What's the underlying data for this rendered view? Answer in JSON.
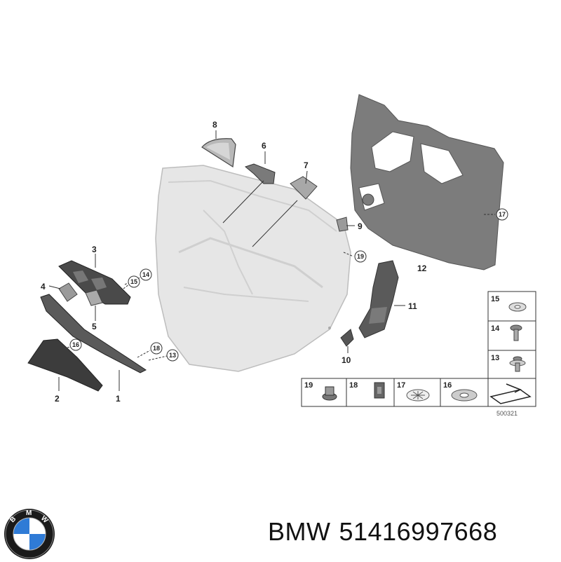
{
  "brand": "BMW",
  "part_number": "51416997668",
  "diagram_number": "500321",
  "logo_letters": [
    "B",
    "M",
    "W"
  ],
  "callouts": [
    {
      "id": "8",
      "text": "8"
    },
    {
      "id": "6",
      "text": "6"
    },
    {
      "id": "7",
      "text": "7"
    },
    {
      "id": "9",
      "text": "9"
    },
    {
      "id": "3",
      "text": "3"
    },
    {
      "id": "4",
      "text": "4"
    },
    {
      "id": "5",
      "text": "5"
    },
    {
      "id": "2",
      "text": "2"
    },
    {
      "id": "1",
      "text": "1"
    },
    {
      "id": "10",
      "text": "10"
    },
    {
      "id": "11",
      "text": "11"
    },
    {
      "id": "12",
      "text": "12"
    }
  ],
  "circled_callouts": [
    {
      "id": "14",
      "text": "14"
    },
    {
      "id": "15",
      "text": "15"
    },
    {
      "id": "16",
      "text": "16"
    },
    {
      "id": "18",
      "text": "18"
    },
    {
      "id": "13",
      "text": "13"
    },
    {
      "id": "17",
      "text": "17"
    },
    {
      "id": "19",
      "text": "19"
    }
  ],
  "fastener_legend": {
    "right_column": [
      "15",
      "14",
      "13"
    ],
    "bottom_row": [
      "19",
      "18",
      "17",
      "16"
    ]
  },
  "colors": {
    "panel_fill": "#e6e6e6",
    "part_dark": "#4a4a4a",
    "part_mid": "#8a8a8a",
    "sheet_fill": "#7c7c7c"
  }
}
